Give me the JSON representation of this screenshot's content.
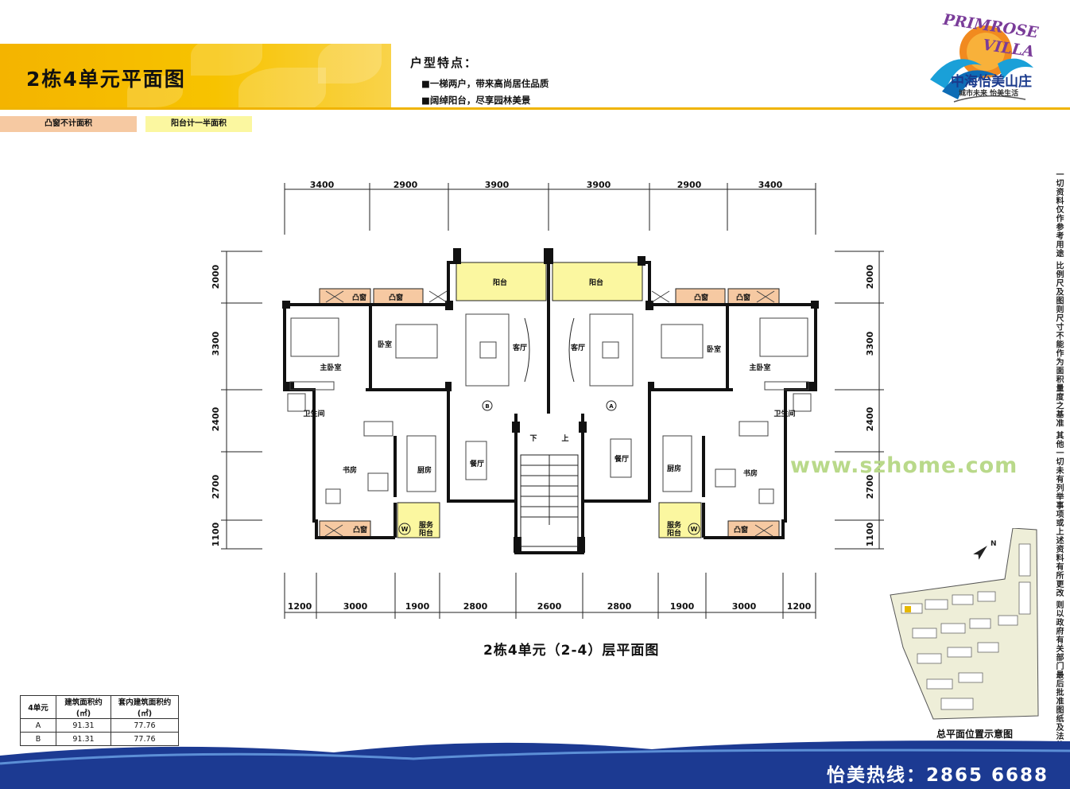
{
  "header": {
    "title": "2栋4单元平面图",
    "features_title": "户型特点：",
    "features": [
      "■一梯两户，带来高尚居住品质",
      "■阔绰阳台，尽享园林美景"
    ],
    "legend": [
      "凸窗不计面积",
      "阳台计一半面积"
    ],
    "legend_colors": [
      "#f6c9a2",
      "#fbf7a0"
    ]
  },
  "logo": {
    "line1": "PRIMROSE",
    "line2": "VILLA",
    "name": "中海怡美山庄",
    "slogan": "城市未来  怡美生活"
  },
  "side_note": "一切资料仅作参考用途  比例尺及图则尺寸不能作为面积量度之基准  其他一切未有列举事项或上述资料有所更改  则以政府有关部门最后批准图纸及法律文件为准",
  "plan": {
    "top_dims": [
      "3400",
      "2900",
      "3900",
      "3900",
      "2900",
      "3400"
    ],
    "bottom_dims": [
      "1200",
      "3000",
      "1900",
      "2800",
      "2600",
      "2800",
      "1900",
      "3000",
      "1200"
    ],
    "left_dims": [
      "2000",
      "3300",
      "2400",
      "2700",
      "1100"
    ],
    "right_dims": [
      "2000",
      "3300",
      "2400",
      "2700",
      "1100"
    ],
    "rooms": {
      "balcony": "阳台",
      "bay_window": "凸窗",
      "living": "客厅",
      "master_bed": "主卧室",
      "bedroom": "卧室",
      "bath": "卫生间",
      "study": "书房",
      "kitchen": "厨房",
      "dining": "餐厅",
      "service_balcony_1": "服务",
      "service_balcony_2": "阳台",
      "down": "下",
      "up": "上",
      "unit_a": "A",
      "unit_b": "B",
      "washer": "W"
    },
    "title": "2栋4单元（2-4）层平面图",
    "wall_color": "#111111",
    "balcony_color": "#fbf7a0",
    "bay_color": "#f6c9a2"
  },
  "watermark": "www.szhome.com",
  "area_table": {
    "headers": [
      "4单元",
      "建筑面积约(㎡)",
      "套内建筑面积约(㎡)"
    ],
    "rows": [
      [
        "A",
        "91.31",
        "77.76"
      ],
      [
        "B",
        "91.31",
        "77.76"
      ]
    ]
  },
  "site_plan": {
    "caption": "总平面位置示意图",
    "north": "N"
  },
  "footer": {
    "hotline": "怡美热线：2865 6688",
    "color": "#1c3a92"
  }
}
